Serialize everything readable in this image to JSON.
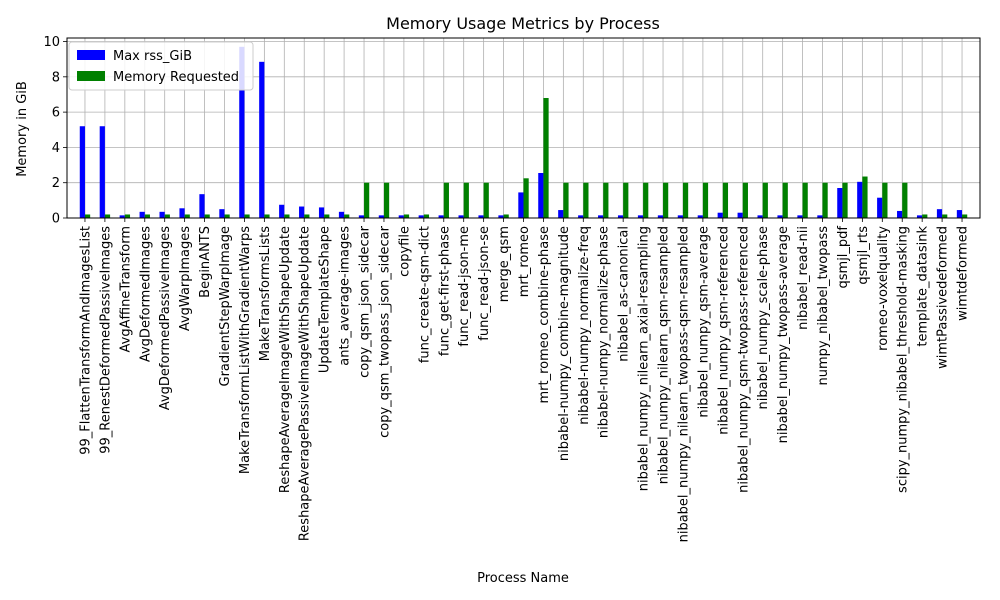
{
  "chart_data": {
    "type": "bar",
    "title": "Memory Usage Metrics by Process",
    "xlabel": "Process Name",
    "ylabel": "Memory in GiB",
    "ylim": [
      0,
      10.2
    ],
    "yticks": [
      0,
      2,
      4,
      6,
      8,
      10
    ],
    "grid": true,
    "legend_position": "top-left",
    "categories": [
      "99_FlattenTransformAndImagesList",
      "99_RenestDeformedPassiveImages",
      "AvgAffineTransform",
      "AvgDeformedImages",
      "AvgDeformedPassiveImages",
      "AvgWarpImages",
      "BeginANTS",
      "GradientStepWarpImage",
      "MakeTransformListWithGradientWarps",
      "MakeTransformsLists",
      "ReshapeAverageImageWithShapeUpdate",
      "ReshapeAveragePassiveImageWithShapeUpdate",
      "UpdateTemplateShape",
      "ants_average-images",
      "copy_qsm_json_sidecar",
      "copy_qsm_twopass_json_sidecar",
      "copyfile",
      "func_create-qsm-dict",
      "func_get-first-phase",
      "func_read-json-me",
      "func_read-json-se",
      "merge_qsm",
      "mrt_romeo",
      "mrt_romeo_combine-phase",
      "nibabel-numpy_combine-magnitude",
      "nibabel-numpy_normalize-freq",
      "nibabel-numpy_normalize-phase",
      "nibabel_as-canonical",
      "nibabel_numpy_nilearn_axial-resampling",
      "nibabel_numpy_nilearn_qsm-resampled",
      "nibabel_numpy_nilearn_twopass-qsm-resampled",
      "nibabel_numpy_qsm-average",
      "nibabel_numpy_qsm-referenced",
      "nibabel_numpy_qsm-twopass-referenced",
      "nibabel_numpy_scale-phase",
      "nibabel_numpy_twopass-average",
      "nibabel_read-nii",
      "numpy_nibabel_twopass",
      "qsmjl_pdf",
      "qsmjl_rts",
      "romeo-voxelquality",
      "scipy_numpy_nibabel_threshold-masking",
      "template_datasink",
      "wimtPassivedeformed",
      "wimtdeformed"
    ],
    "series": [
      {
        "name": "Max rss_GiB",
        "color": "#0000ff",
        "values": [
          5.2,
          5.2,
          0.15,
          0.35,
          0.35,
          0.55,
          1.35,
          0.5,
          9.7,
          8.85,
          0.75,
          0.65,
          0.6,
          0.35,
          0.15,
          0.15,
          0.15,
          0.15,
          0.15,
          0.15,
          0.15,
          0.15,
          1.45,
          2.55,
          0.45,
          0.15,
          0.15,
          0.15,
          0.15,
          0.15,
          0.15,
          0.15,
          0.3,
          0.3,
          0.15,
          0.15,
          0.15,
          0.15,
          1.7,
          2.05,
          1.15,
          0.4,
          0.15,
          0.5,
          0.45
        ]
      },
      {
        "name": "Memory Requested",
        "color": "#008000",
        "values": [
          0.2,
          0.2,
          0.2,
          0.2,
          0.2,
          0.2,
          0.2,
          0.2,
          0.2,
          0.2,
          0.2,
          0.2,
          0.2,
          0.2,
          2.0,
          2.0,
          0.2,
          0.2,
          2.0,
          2.0,
          2.0,
          0.2,
          2.25,
          6.8,
          2.0,
          2.0,
          2.0,
          2.0,
          2.0,
          2.0,
          2.0,
          2.0,
          2.0,
          2.0,
          2.0,
          2.0,
          2.0,
          2.0,
          2.0,
          2.35,
          2.0,
          2.0,
          0.2,
          0.2,
          0.2
        ]
      }
    ]
  }
}
